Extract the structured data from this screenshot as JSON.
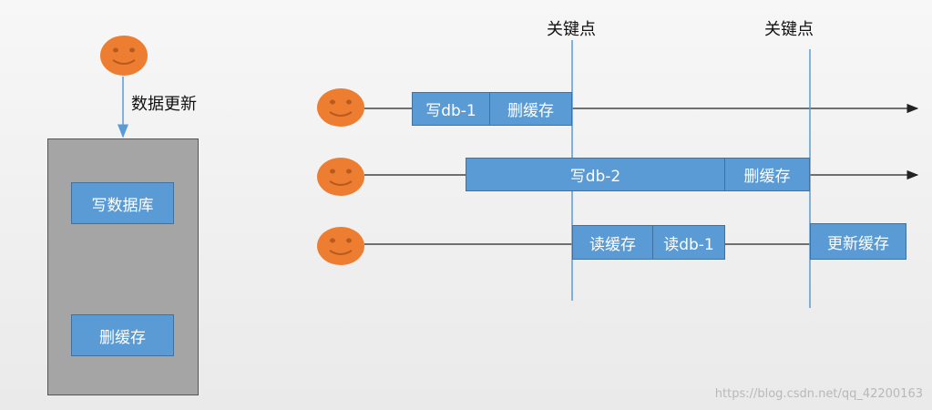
{
  "colors": {
    "box_fill": "#5b9bd5",
    "face": "#ed7d31",
    "panel": "#a5a5a5",
    "marker_line": "#5b9bd5"
  },
  "left": {
    "arrow_label": "数据更新",
    "steps": [
      "写数据库",
      "删缓存"
    ]
  },
  "markers": [
    "关键点",
    "关键点"
  ],
  "timelines": [
    {
      "boxes": [
        "写db-1",
        "删缓存"
      ]
    },
    {
      "boxes": [
        "写db-2",
        "删缓存"
      ]
    },
    {
      "boxes": [
        "读缓存",
        "读db-1",
        "更新缓存"
      ]
    }
  ],
  "watermark": "https://blog.csdn.net/qq_42200163"
}
